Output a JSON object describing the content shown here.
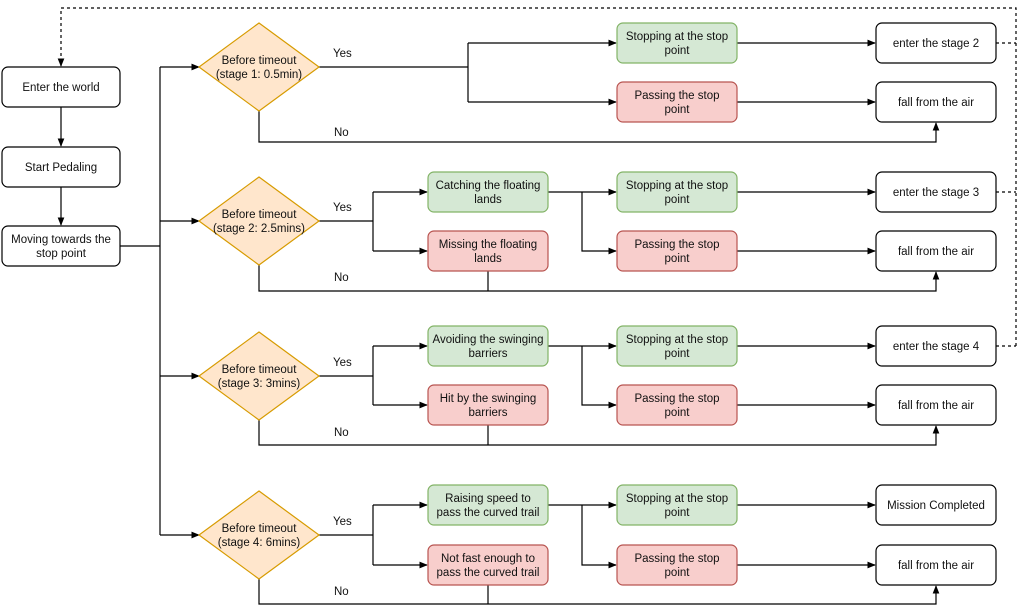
{
  "nodes": {
    "enter_world": "Enter the world",
    "start_pedaling": "Start Pedaling",
    "moving": [
      "Moving towards the",
      "stop point"
    ],
    "s1": {
      "decision": [
        "Before timeout",
        "(stage 1: 0.5min)"
      ],
      "yes": "Yes",
      "no": "No",
      "stop": [
        "Stopping at the stop",
        "point"
      ],
      "pass": [
        "Passing the stop",
        "point"
      ],
      "success": "enter the stage 2",
      "fail": "fall from the air"
    },
    "s2": {
      "decision": [
        "Before timeout",
        "(stage 2: 2.5mins)"
      ],
      "yes": "Yes",
      "no": "No",
      "ok": [
        "Catching the floating",
        "lands"
      ],
      "bad": [
        "Missing the floating",
        "lands"
      ],
      "stop": [
        "Stopping at the stop",
        "point"
      ],
      "pass": [
        "Passing the stop",
        "point"
      ],
      "success": "enter the stage 3",
      "fail": "fall from the air"
    },
    "s3": {
      "decision": [
        "Before timeout",
        "(stage 3: 3mins)"
      ],
      "yes": "Yes",
      "no": "No",
      "ok": [
        "Avoiding the swinging",
        "barriers"
      ],
      "bad": [
        "Hit by the swinging",
        "barriers"
      ],
      "stop": [
        "Stopping at the stop",
        "point"
      ],
      "pass": [
        "Passing the stop",
        "point"
      ],
      "success": "enter the stage 4",
      "fail": "fall from the air"
    },
    "s4": {
      "decision": [
        "Before timeout",
        "(stage 4: 6mins)"
      ],
      "yes": "Yes",
      "no": "No",
      "ok": [
        "Raising speed to",
        "pass the curved trail"
      ],
      "bad": [
        "Not fast enough to",
        "pass the curved trail"
      ],
      "stop": [
        "Stopping at the stop",
        "point"
      ],
      "pass": [
        "Passing the stop",
        "point"
      ],
      "success": "Mission Completed",
      "fail": "fall from the air"
    }
  },
  "colors": {
    "decision_fill": "#ffe6cc",
    "decision_stroke": "#d79b00",
    "success_fill": "#d5e8d4",
    "success_stroke": "#82b366",
    "fail_fill": "#f8cecc",
    "fail_stroke": "#b85450",
    "plain_stroke": "#000000",
    "line": "#000000"
  }
}
